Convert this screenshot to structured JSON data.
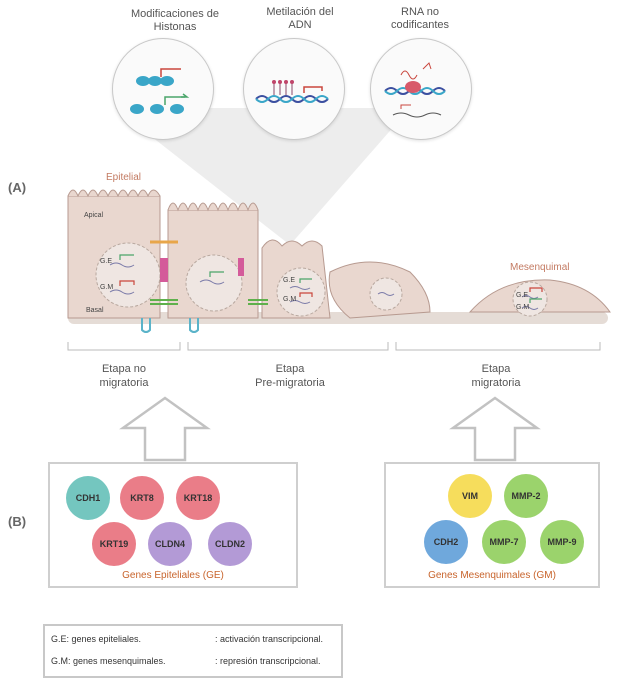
{
  "mechanisms": [
    {
      "title_l1": "Modificaciones de",
      "title_l2": "Histonas",
      "icon": "histone-icon"
    },
    {
      "title_l1": "Metilación del",
      "title_l2": "ADN",
      "icon": "dna-methylation-icon"
    },
    {
      "title_l1": "RNA no",
      "title_l2": "codificantes",
      "icon": "noncoding-rna-icon"
    }
  ],
  "panel_a_label": "(A)",
  "panel_b_label": "(B)",
  "cells": {
    "epithelial_label": "Epitelial",
    "mesenchymal_label": "Mesenquimal",
    "apical": "Apical",
    "basal": "Basal",
    "ge": "G.E",
    "gm": "G.M"
  },
  "stages": [
    {
      "l1": "Etapa no",
      "l2": "migratoria"
    },
    {
      "l1": "Etapa",
      "l2": "Pre-migratoria"
    },
    {
      "l1": "Etapa",
      "l2": "migratoria"
    }
  ],
  "epithelial_genes": {
    "title": "Genes Epiteliales (GE)",
    "genes": [
      {
        "name": "CDH1",
        "color": "#74c6bf"
      },
      {
        "name": "KRT8",
        "color": "#ea7d88"
      },
      {
        "name": "KRT18",
        "color": "#ea7d88"
      },
      {
        "name": "KRT19",
        "color": "#ea7d88"
      },
      {
        "name": "CLDN4",
        "color": "#b39ad6"
      },
      {
        "name": "CLDN2",
        "color": "#b39ad6"
      }
    ]
  },
  "mesenchymal_genes": {
    "title": "Genes Mesenquimales (GM)",
    "genes": [
      {
        "name": "VIM",
        "color": "#f6dd5c"
      },
      {
        "name": "MMP-2",
        "color": "#9bd36c"
      },
      {
        "name": "CDH2",
        "color": "#6fa8dc"
      },
      {
        "name": "MMP-7",
        "color": "#9bd36c"
      },
      {
        "name": "MMP-9",
        "color": "#9bd36c"
      }
    ]
  },
  "legend": {
    "ge_def": "G.E: genes epiteliales.",
    "gm_def": "G.M: genes mesenquimales.",
    "activation": ": activación transcripcional.",
    "repression": ": represión  transcripcional."
  }
}
